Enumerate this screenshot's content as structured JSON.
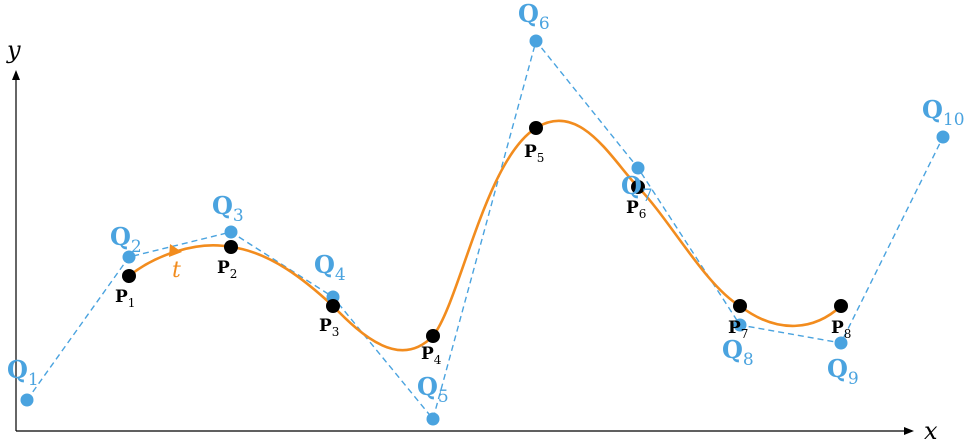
{
  "axes": {
    "x_label": "x",
    "y_label": "y"
  },
  "param_label": "t",
  "label_prefix": {
    "control": "Q",
    "curve": "P"
  },
  "control_points": [
    {
      "label": "1"
    },
    {
      "label": "2"
    },
    {
      "label": "3"
    },
    {
      "label": "4"
    },
    {
      "label": "5"
    },
    {
      "label": "6"
    },
    {
      "label": "7"
    },
    {
      "label": "8"
    },
    {
      "label": "9"
    },
    {
      "label": "10"
    }
  ],
  "curve_points": [
    {
      "label": "1"
    },
    {
      "label": "2"
    },
    {
      "label": "3"
    },
    {
      "label": "4"
    },
    {
      "label": "5"
    },
    {
      "label": "6"
    },
    {
      "label": "7"
    },
    {
      "label": "8"
    }
  ],
  "colors": {
    "control": "#4aa3df",
    "curve": "#f28c1e",
    "points": "#000000"
  }
}
